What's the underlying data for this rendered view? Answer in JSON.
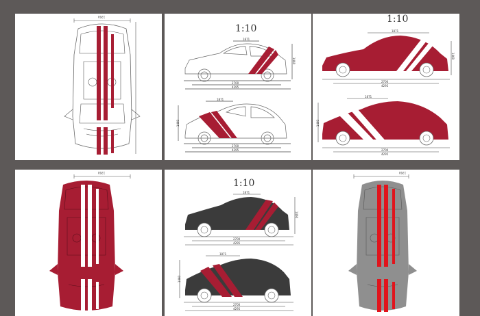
{
  "palette": {
    "background": "#5d5958",
    "panel": "#ffffff",
    "red": "#a71d33",
    "bright_red": "#e1141c",
    "dark_body": "#3b3b3b",
    "gray_body": "#8f8f8f",
    "white": "#ffffff",
    "line": "#555555"
  },
  "panels": {
    "top_view_outline": {
      "dim_top": "1760"
    },
    "side_views_outline": {
      "scale": "1:10",
      "upper": {
        "dim_stripe": "1871",
        "dim_wheelbase": "2700",
        "dim_length": "4295",
        "dim_height": "1460"
      },
      "lower": {
        "dim_stripe": "1871",
        "dim_wheelbase": "2700",
        "dim_length": "4295",
        "dim_height": "1460"
      }
    },
    "side_views_red": {
      "scale": "1:10",
      "upper": {
        "dim_stripe": "1871",
        "dim_wheelbase": "2700",
        "dim_length": "4295",
        "dim_height": "1460"
      },
      "lower": {
        "dim_stripe": "1871",
        "dim_wheelbase": "2700",
        "dim_length": "4295",
        "dim_height": "1460"
      }
    },
    "top_view_red": {
      "dim_top": "1760"
    },
    "side_views_dark": {
      "scale": "1:10",
      "upper": {
        "dim_stripe": "1871",
        "dim_wheelbase": "2700",
        "dim_length": "4295",
        "dim_height": "1460"
      },
      "lower": {
        "dim_stripe": "1871",
        "dim_wheelbase": "2700",
        "dim_length": "4295",
        "dim_height": "1460"
      }
    },
    "top_view_gray": {
      "dim_top": "1760"
    }
  }
}
